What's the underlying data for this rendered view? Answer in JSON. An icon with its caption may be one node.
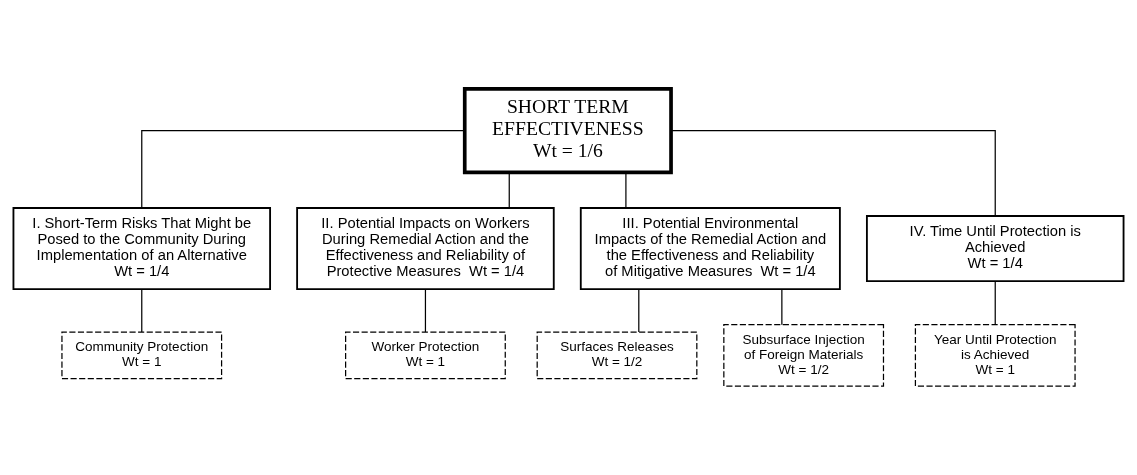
{
  "diagram": {
    "nodes": [
      {
        "text": [
          "SHORT TERM EFFECTIVENESS",
          "Wt = 1/6"
        ]
      },
      {
        "text": [
          "I. Short-Term Risks That Might be Posed to the Community During Implementation of an Alternative  Wt = 1/4"
        ]
      },
      {
        "text": [
          "II. Potential Impacts on Workers During Remedial Action and the Effectiveness and Reliability of Protective Measures  Wt = 1/4"
        ]
      },
      {
        "text": [
          "III. Potential Environmental Impacts of the Remedial Action and the Effectiveness and Reliability of Mitigative Measures  Wt = 1/4"
        ]
      },
      {
        "text": [
          "IV. Time Until Protection is Achieved",
          "Wt = 1/4"
        ]
      },
      {
        "text": [
          "Community Protection",
          "Wt = 1"
        ]
      },
      {
        "text": [
          "Worker Protection",
          "Wt = 1"
        ]
      },
      {
        "text": [
          "Surfaces Releases",
          "Wt = 1/2"
        ]
      },
      {
        "text": [
          "Subsurface Injection of Foreign Materials",
          "Wt = 1/2"
        ]
      },
      {
        "text": [
          "Year Until Protection is Achieved",
          "Wt = 1"
        ]
      }
    ],
    "edges": [
      {
        "from": 0,
        "to": 1,
        "arrow": "none"
      },
      {
        "from": 0,
        "to": 2,
        "arrow": "none"
      },
      {
        "from": 0,
        "to": 3,
        "arrow": "none"
      },
      {
        "from": 0,
        "to": 4,
        "arrow": "none"
      },
      {
        "from": 1,
        "to": 5,
        "arrow": "none"
      },
      {
        "from": 2,
        "to": 6,
        "arrow": "none"
      },
      {
        "from": 3,
        "to": 7,
        "arrow": "none"
      },
      {
        "from": 3,
        "to": 8,
        "arrow": "none"
      },
      {
        "from": 4,
        "to": 9,
        "arrow": "none"
      }
    ]
  }
}
